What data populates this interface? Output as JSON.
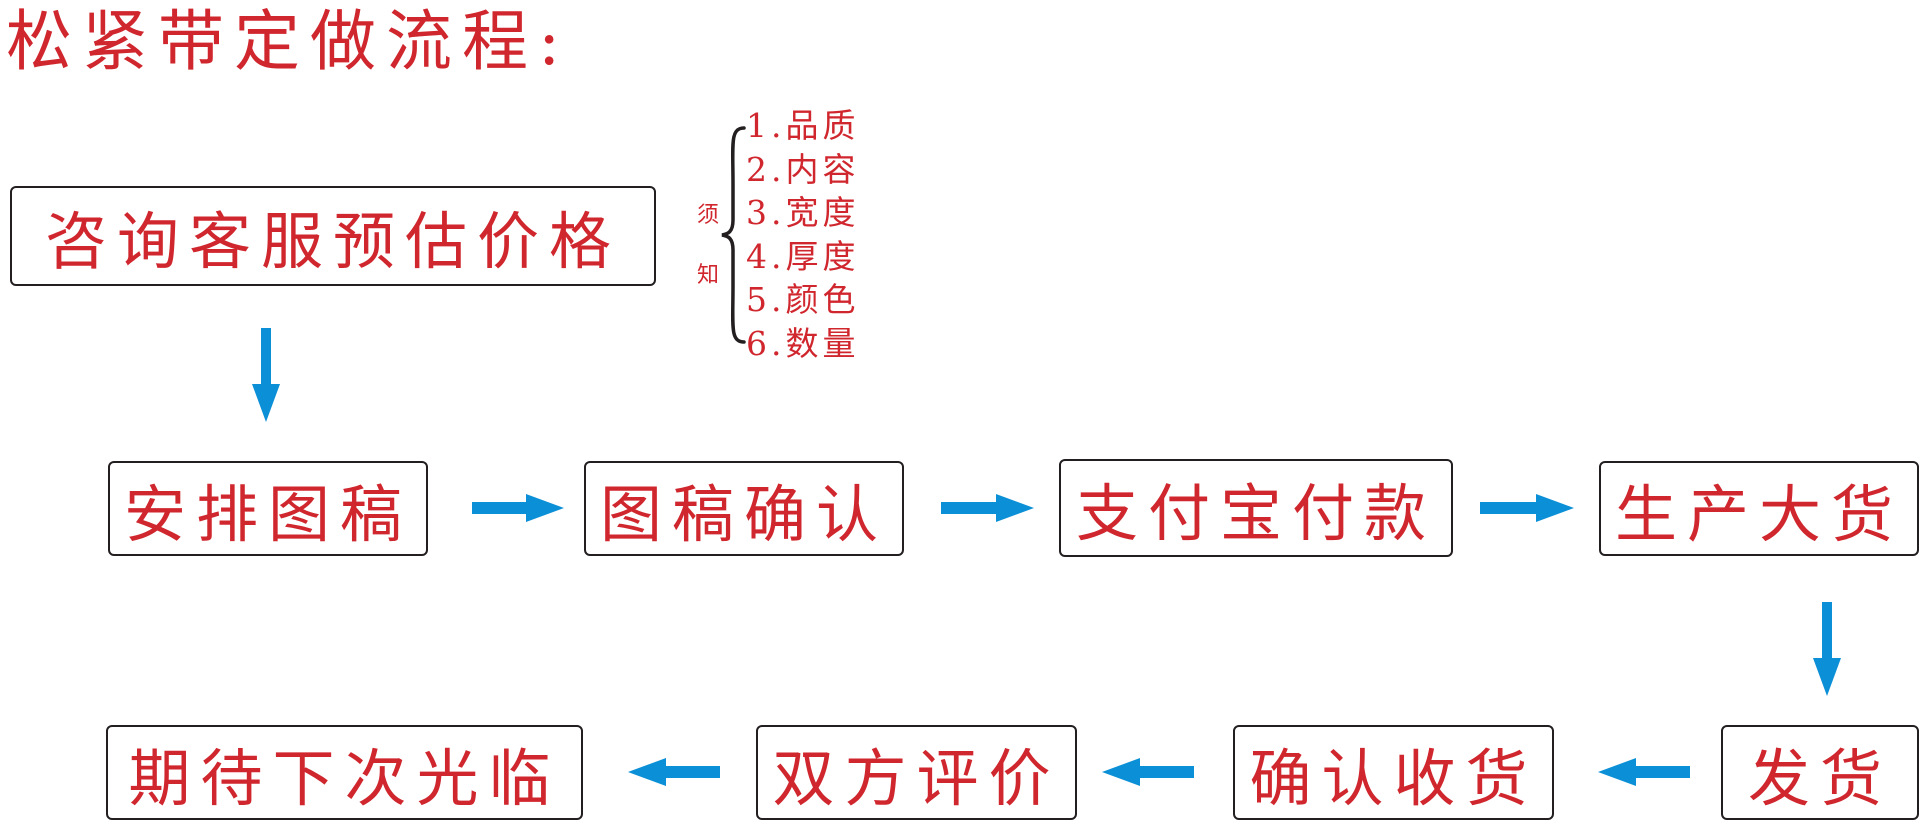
{
  "title": "松紧带定做流程:",
  "colors": {
    "text": "#d0262d",
    "arrow": "#0b8fd6",
    "border": "#231f20"
  },
  "steps": {
    "consult": "咨询客服预估价格",
    "arrange": "安排图稿",
    "confirm_design": "图稿确认",
    "alipay": "支付宝付款",
    "produce": "生产大货",
    "ship": "发货",
    "receive": "确认收货",
    "review": "双方评价",
    "next_visit": "期待下次光临"
  },
  "notice": {
    "label": [
      "须",
      "知"
    ],
    "items": [
      "1.品质",
      "2.内容",
      "3.宽度",
      "4.厚度",
      "5.颜色",
      "6.数量"
    ]
  }
}
